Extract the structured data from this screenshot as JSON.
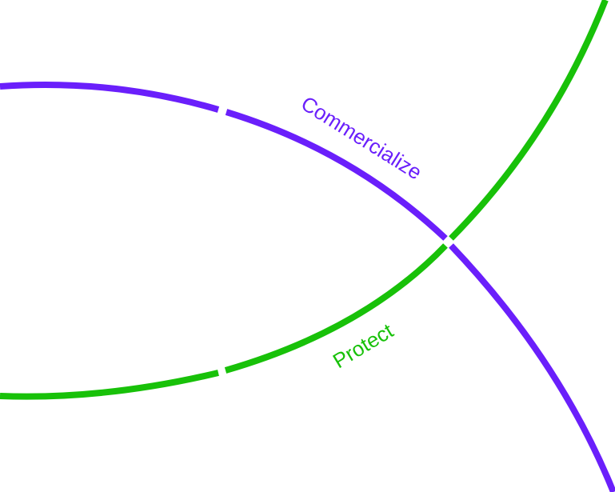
{
  "arcs": [
    {
      "id": "commercialize",
      "label": "Commercialize",
      "color": "#6a1ffb"
    },
    {
      "id": "protect",
      "label": "Protect",
      "color": "#18c109"
    }
  ]
}
